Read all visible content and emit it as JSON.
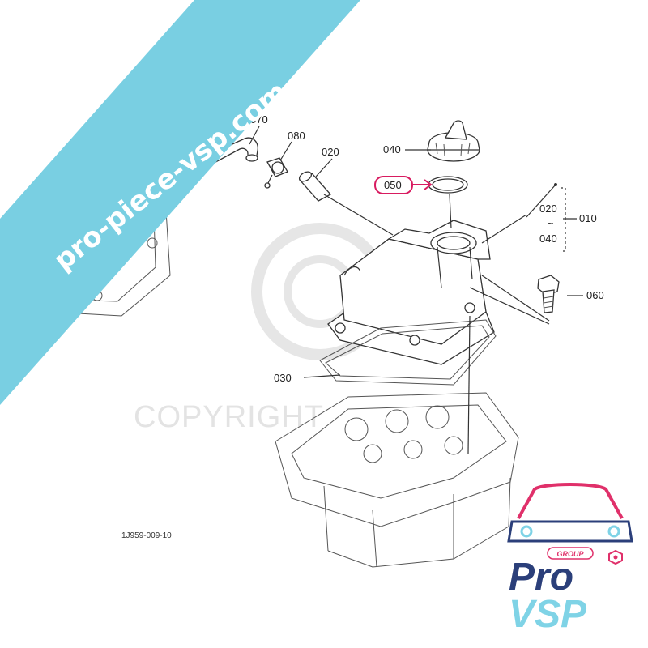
{
  "watermark": {
    "text": "COPYRIGHT"
  },
  "banner": {
    "text": "pro-piece-vsp.com",
    "color": "#79cfe2"
  },
  "figure_code": "1J959-009-10",
  "callouts": {
    "c070": "070",
    "c080": "080",
    "c020_hose": "020",
    "c040_cap": "040",
    "c050": "050",
    "c020_range": "020",
    "range_tilde": "~",
    "c040_range": "040",
    "c010": "010",
    "c060": "060",
    "c030": "030"
  },
  "highlight": {
    "part": "050",
    "color": "#d81b60"
  },
  "logo": {
    "group": "GROUP",
    "pro": "Pro",
    "vsp": "VSP",
    "colors": {
      "primary": "#2b3f7a",
      "accent": "#e0306a",
      "secondary": "#7fd3e6"
    }
  }
}
